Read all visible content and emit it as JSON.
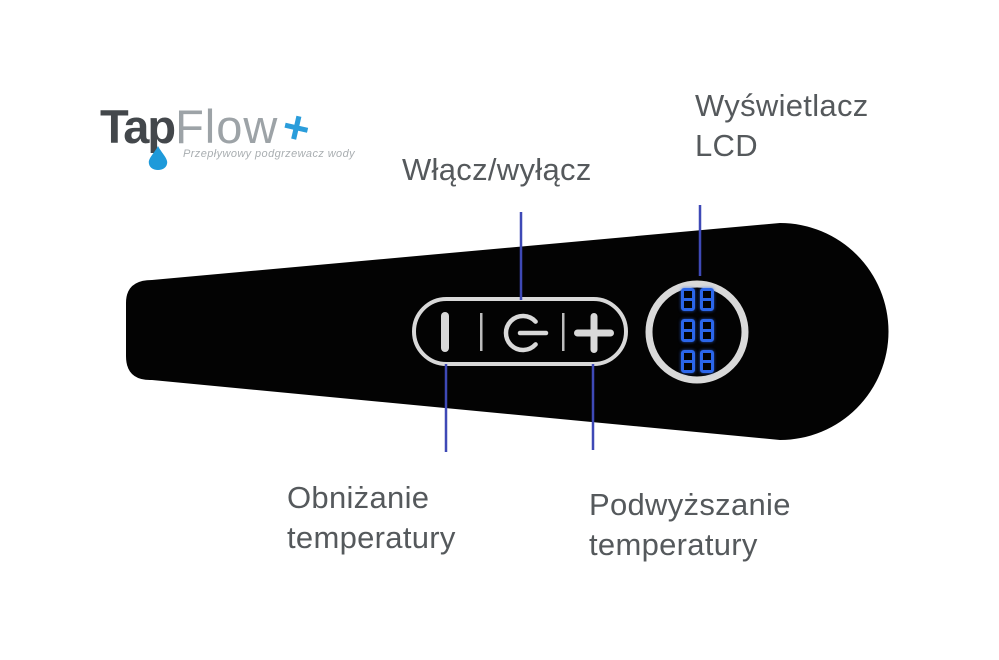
{
  "logo": {
    "brand_bold": "Tap",
    "brand_light": "Flow",
    "plus": "+",
    "tagline": "Przepływowy podgrzewacz wody",
    "accent_blue": "#2a9ddb",
    "drop_blue": "#1e9ada"
  },
  "annotations": {
    "power": {
      "line1": "Włącz/wyłącz"
    },
    "display": {
      "line1": "Wyświetlacz",
      "line2": "LCD"
    },
    "decrease": {
      "line1": "Obniżanie",
      "line2": "temperatury"
    },
    "increase": {
      "line1": "Podwyższanie",
      "line2": "temperatury"
    }
  },
  "device": {
    "body_color": "#030303",
    "panel_outline_color": "#d9d9d9",
    "callout_color": "#3e49b6",
    "lcd_digit_color": "#2b66ea",
    "buttons": [
      "decrease-bar",
      "power",
      "increase-plus"
    ],
    "lcd_rows": [
      "88",
      "88",
      "88"
    ]
  }
}
